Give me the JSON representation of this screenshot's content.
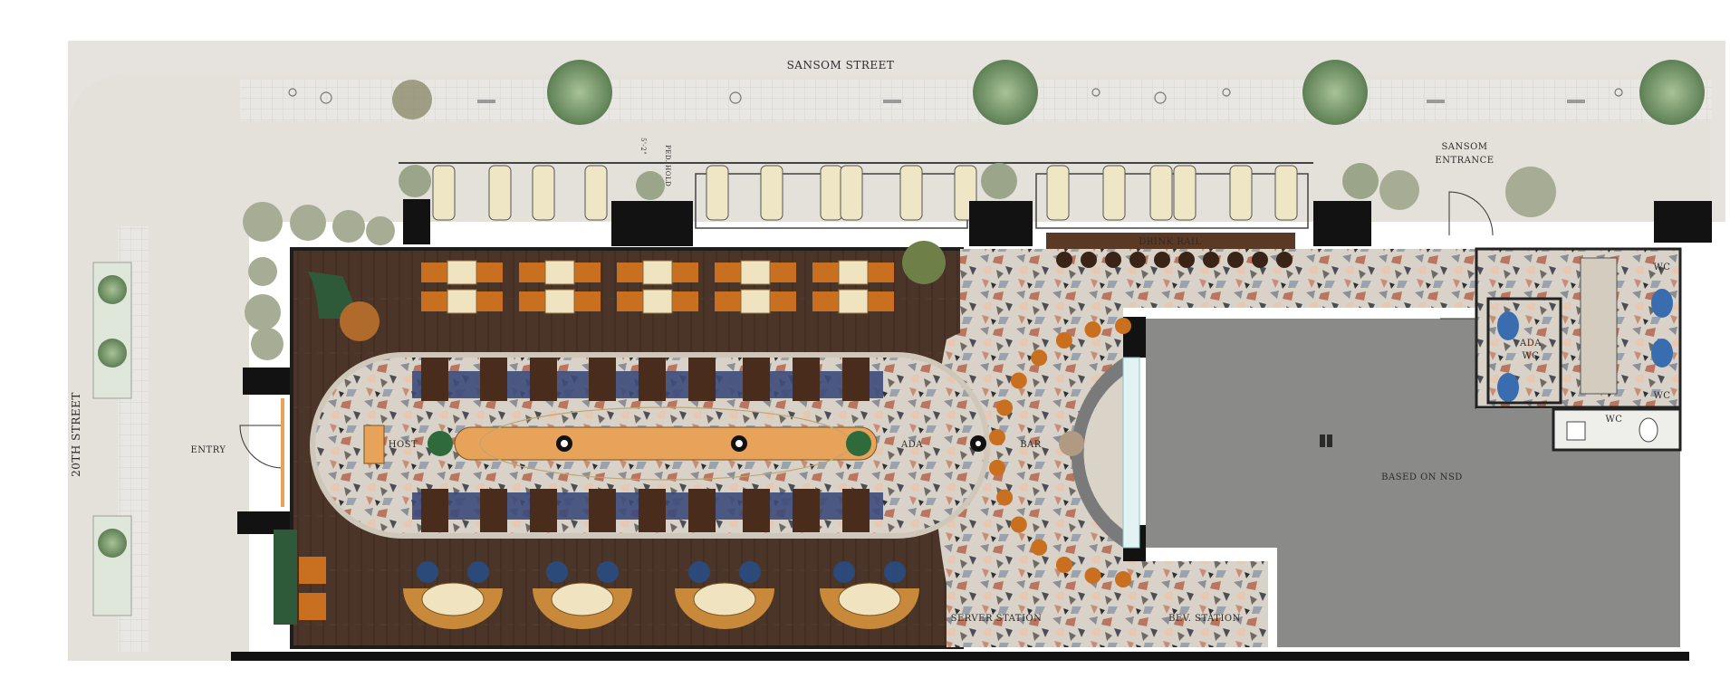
{
  "labels": {
    "sansom_street": "SANSOM STREET",
    "twentieth_street": "20TH STREET",
    "sansom_entrance": [
      "SANSOM",
      "ENTRANCE"
    ],
    "entry": "ENTRY",
    "drink_rail": "DRINK RAIL",
    "host": "HOST",
    "ada_booth": "ADA",
    "bar": "BAR",
    "ada_wc": [
      "ADA",
      "WC"
    ],
    "wc": "WC",
    "based_on_nsd": "BASED ON NSD",
    "server_station": "SERVER STATION",
    "bev_station": "BEV. STATION",
    "ped_hold": "PED. HOLD",
    "ped_hold_dim": "5'-2\""
  },
  "colors": {
    "sidewalk": "#e6e3de",
    "wood_floor": "#4a3528",
    "terrazzo": "#c9c3bb",
    "dark_wall": "#121212",
    "nsd_space": "#8a8a88",
    "table_top": "#f0e4c0",
    "chair_orange": "#c86f20",
    "banquette": "#4a2c1c",
    "host_stand": "#e7a35a",
    "booth_green": "#2f5a3a",
    "tree": "#7a9a6a"
  },
  "icons": {
    "tree": "tree-icon",
    "planter": "planter-icon",
    "door_swing": "door-swing-icon",
    "lamp": "lamp-icon"
  }
}
